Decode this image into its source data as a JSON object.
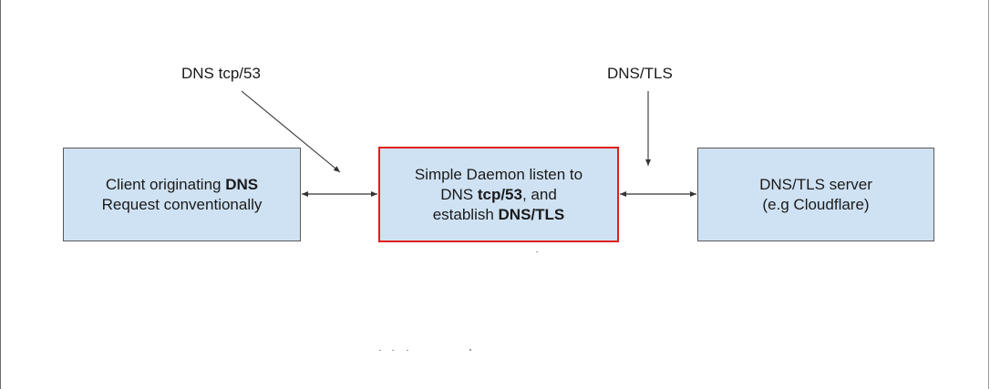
{
  "diagram": {
    "nodes": {
      "client": {
        "line1_prefix": "Client originating ",
        "line1_bold": "DNS",
        "line2": "Request conventionally"
      },
      "daemon": {
        "line1": "Simple Daemon listen to",
        "line2_prefix": "DNS ",
        "line2_bold": "tcp/53",
        "line2_suffix": ", and",
        "line3_prefix": "establish ",
        "line3_bold": "DNS/TLS"
      },
      "server": {
        "line1": "DNS/TLS server",
        "line2": "(e.g Cloudflare)"
      }
    },
    "labels": {
      "left_protocol": "DNS tcp/53",
      "right_protocol": "DNS/TLS"
    },
    "colors": {
      "box_fill": "#cfe2f3",
      "box_border": "#595959",
      "highlight_border": "#e0201a",
      "line": "#333333"
    }
  }
}
